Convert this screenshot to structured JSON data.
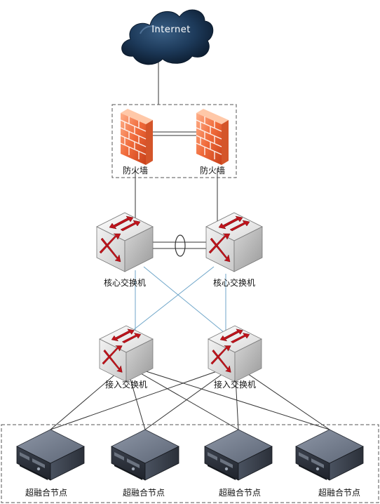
{
  "internet": {
    "label": "Internet"
  },
  "firewalls": [
    {
      "label": "防火墙"
    },
    {
      "label": "防火墙"
    }
  ],
  "core_switches": [
    {
      "label": "核心交换机"
    },
    {
      "label": "核心交换机"
    }
  ],
  "access_switches": [
    {
      "label": "接入交换机"
    },
    {
      "label": "接入交换机"
    }
  ],
  "nodes": [
    {
      "label": "超融合节点"
    },
    {
      "label": "超融合节点"
    },
    {
      "label": "超融合节点"
    },
    {
      "label": "超融合节点"
    }
  ],
  "colors": {
    "cloud": "#17324f",
    "firewall": "#f06a3a",
    "switch_arrow": "#c0141c",
    "cross_link": "#6fa6c9",
    "line": "#333333",
    "dashed_box": "#555555"
  }
}
